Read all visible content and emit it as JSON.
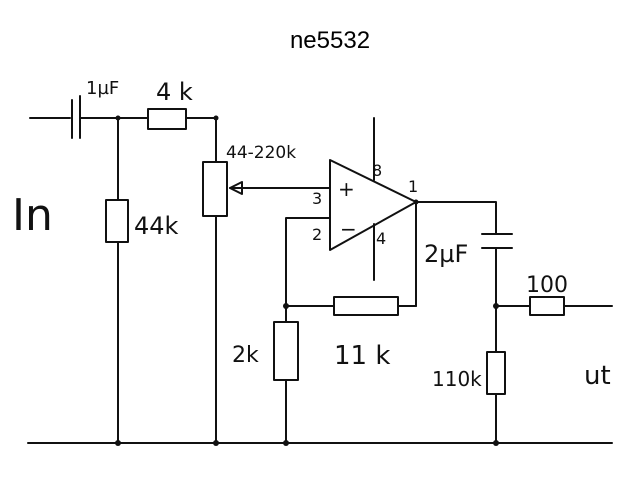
{
  "title": "ne5532",
  "labels": {
    "input": "In",
    "output": "ut",
    "c_in": "1µF",
    "r_series": "4 k",
    "r_shunt": "44k",
    "pot": "44-220k",
    "r_ground": "2k",
    "r_feedback": "11 k",
    "c_out": "2µF",
    "r_out_series": "100",
    "r_out_shunt": "110k",
    "pin_8": "8",
    "pin_1": "1",
    "pin_3": "3",
    "pin_2": "2",
    "pin_4": "4",
    "plus": "+",
    "minus": "−"
  }
}
